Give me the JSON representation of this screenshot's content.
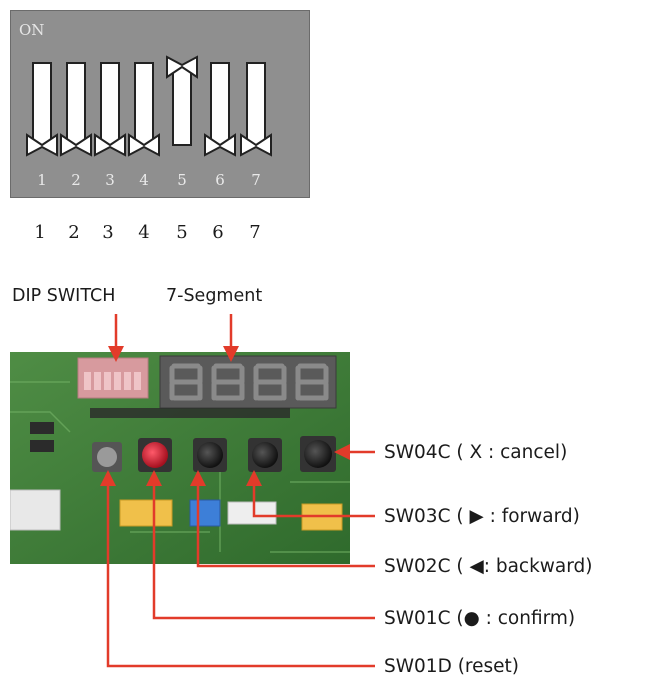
{
  "dip_switch": {
    "on_label": "ON",
    "switches": [
      {
        "number": "1",
        "state": "off"
      },
      {
        "number": "2",
        "state": "off"
      },
      {
        "number": "3",
        "state": "off"
      },
      {
        "number": "4",
        "state": "off"
      },
      {
        "number": "5",
        "state": "on"
      },
      {
        "number": "6",
        "state": "off"
      },
      {
        "number": "7",
        "state": "off"
      }
    ],
    "outer_numbers": [
      "1",
      "2",
      "3",
      "4",
      "5",
      "6",
      "7"
    ]
  },
  "board": {
    "dip_label": "DIP SWITCH",
    "segment_label": "7-Segment"
  },
  "callouts": {
    "sw04c": "SW04C ( X : cancel)",
    "sw03c_prefix": "SW03C (",
    "sw03c_suffix": ": forward)",
    "sw02c_prefix": "SW02C (",
    "sw02c_suffix": ": backward)",
    "sw01c_prefix": "SW01C (",
    "sw01c_suffix": ": confirm)",
    "sw01d": "SW01D (reset)"
  },
  "colors": {
    "arrow": "#e23b2a",
    "panel": "#8f8f8f",
    "pcb": "#3f7f3a"
  }
}
